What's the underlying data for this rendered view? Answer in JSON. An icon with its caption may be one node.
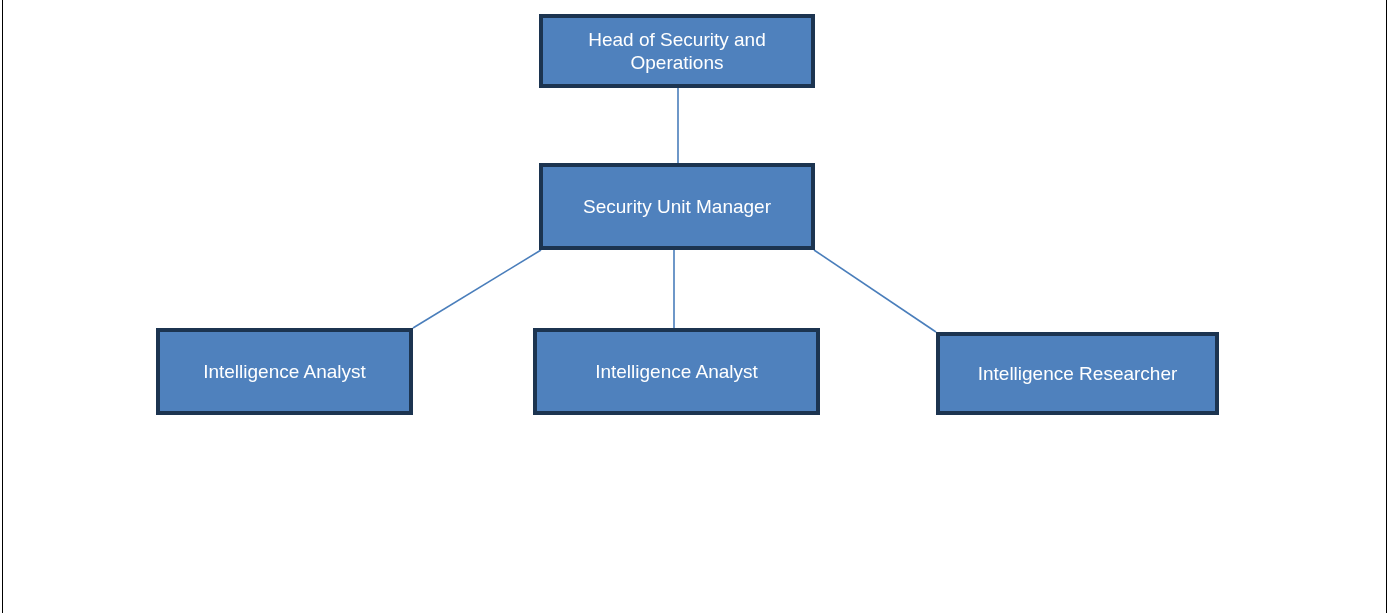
{
  "diagram": {
    "nodes": [
      {
        "text": [
          "Head of Security and Operations"
        ]
      },
      {
        "text": [
          "Security Unit Manager"
        ]
      },
      {
        "text": [
          "Intelligence Analyst"
        ]
      },
      {
        "text": [
          "Intelligence Analyst"
        ]
      },
      {
        "text": [
          "Intelligence Researcher"
        ]
      }
    ],
    "edges": [
      {
        "from": 0,
        "to": 1,
        "arrow": "none"
      },
      {
        "from": 1,
        "to": 2,
        "arrow": "none"
      },
      {
        "from": 1,
        "to": 3,
        "arrow": "none"
      },
      {
        "from": 1,
        "to": 4,
        "arrow": "none"
      }
    ]
  }
}
